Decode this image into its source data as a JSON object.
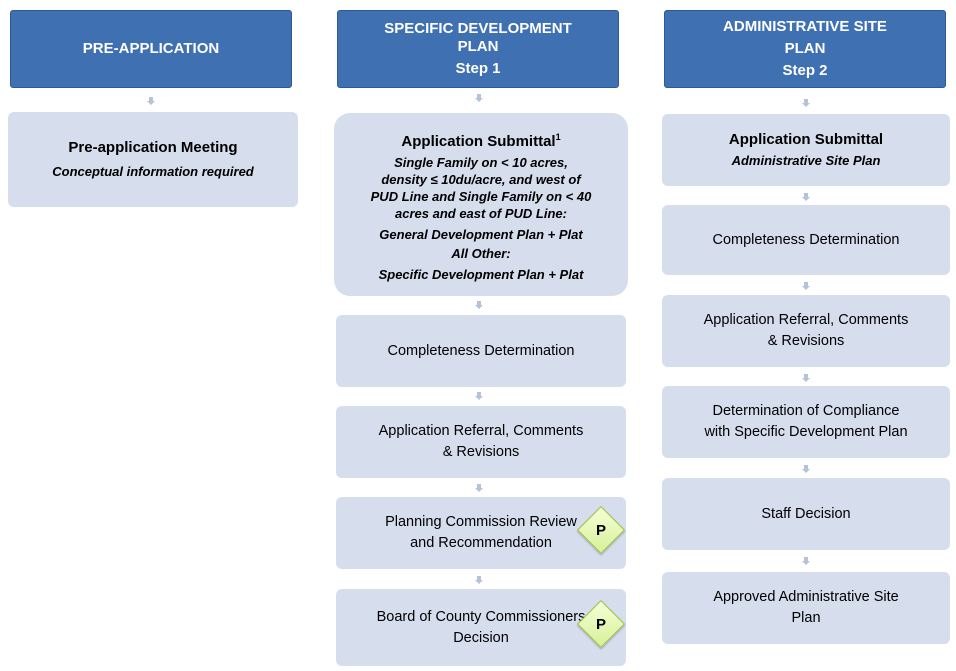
{
  "columns": [
    {
      "header": [
        "PRE-APPLICATION"
      ],
      "boxes": [
        {
          "title": "Pre-application Meeting",
          "subtitle": "Conceptual information required"
        }
      ]
    },
    {
      "header": [
        "SPECIFIC DEVELOPMENT",
        "PLAN",
        "Step 1"
      ],
      "boxes": [
        {
          "title": "Application Submittal",
          "sup": "1",
          "lines": [
            "Single Family on < 10 acres,",
            "density ≤ 10du/acre, and west of",
            "PUD Line and Single Family on < 40",
            "acres and east of PUD Line:",
            "General  Development Plan + Plat",
            "All Other:",
            "Specific Development Plan + Plat"
          ]
        },
        {
          "text": [
            "Completeness Determination"
          ]
        },
        {
          "text": [
            "Application Referral, Comments",
            "& Revisions"
          ]
        },
        {
          "text": [
            "Planning Commission Review",
            "and Recommendation"
          ],
          "badge": "P"
        },
        {
          "text": [
            "Board of County Commissioners",
            "Decision"
          ],
          "badge": "P"
        }
      ]
    },
    {
      "header": [
        "ADMINISTRATIVE SITE",
        "PLAN",
        "Step 2"
      ],
      "boxes": [
        {
          "title": "Application Submittal",
          "subtitle": "Administrative Site Plan"
        },
        {
          "text": [
            "Completeness Determination"
          ]
        },
        {
          "text": [
            "Application Referral, Comments",
            "& Revisions"
          ]
        },
        {
          "text": [
            "Determination of Compliance",
            "with Specific Development Plan"
          ]
        },
        {
          "text": [
            "Staff Decision"
          ]
        },
        {
          "text": [
            "Approved Administrative Site",
            "Plan"
          ]
        }
      ]
    }
  ]
}
